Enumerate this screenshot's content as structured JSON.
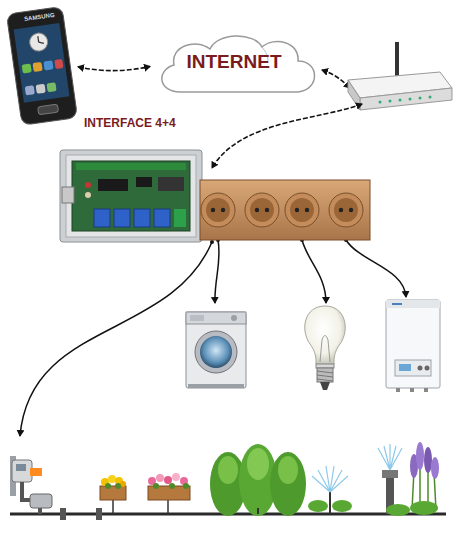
{
  "diagram": {
    "nodes": [
      {
        "text": [
          "SAMSUNG"
        ]
      },
      {
        "text": [
          "INTERNET"
        ]
      },
      {
        "text": [
          "INTERFACE 4+4"
        ]
      }
    ],
    "edges": [
      {
        "from": 0,
        "to": 1,
        "arrow": "both"
      }
    ]
  }
}
